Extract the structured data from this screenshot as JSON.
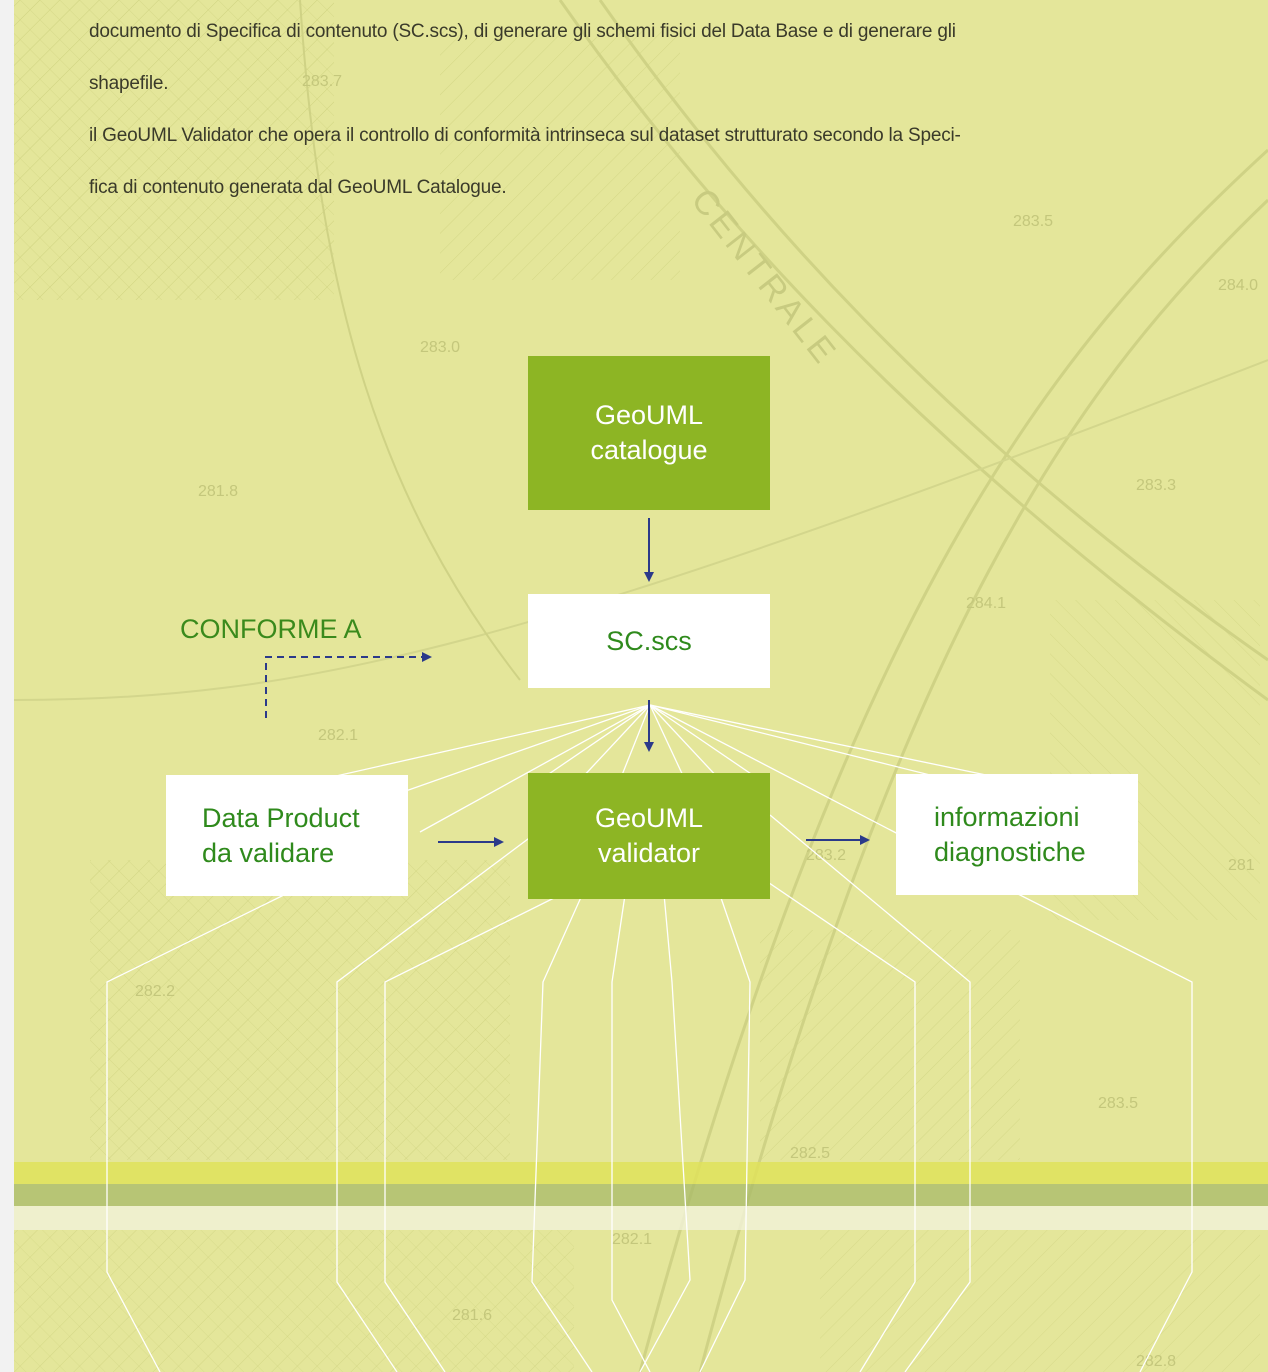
{
  "intro": {
    "line1": "documento di Specifica di contenuto (SC.scs), di generare gli schemi fisici del Data Base e di generare gli",
    "line2": "shapefile.",
    "line3": "il GeoUML Validator che opera il controllo di conformità intrinseca sul dataset strutturato secondo la Speci-",
    "line4": "fica di contenuto generata dal GeoUML Catalogue."
  },
  "map_labels": {
    "l1": "283.7",
    "l2": "283.5",
    "l3": "284.0",
    "l4": "283.0",
    "l5": "281.8",
    "l6": "283.3",
    "l7": "284.1",
    "l8": "282.1",
    "l9": "283.2",
    "l10": "281",
    "l11": "282.2",
    "l12": "283.5",
    "l13": "282.5",
    "l14": "282.1",
    "l15": "281.6",
    "l16": "282.8",
    "street": "CENTRALE"
  },
  "diagram": {
    "catalogue": {
      "line1": "GeoUML",
      "line2": "catalogue"
    },
    "scs": "SC.scs",
    "conforme": "CONFORME A",
    "data_product": {
      "line1": "Data Product",
      "line2": "da validare"
    },
    "validator": {
      "line1": "GeoUML",
      "line2": "validator"
    },
    "info": {
      "line1": "informazioni",
      "line2": "diagnostiche"
    }
  },
  "colors": {
    "background": "#e4e69a",
    "green_box": "#8db524",
    "label_green": "#2f8a1c",
    "arrow": "#2b3a8a"
  }
}
